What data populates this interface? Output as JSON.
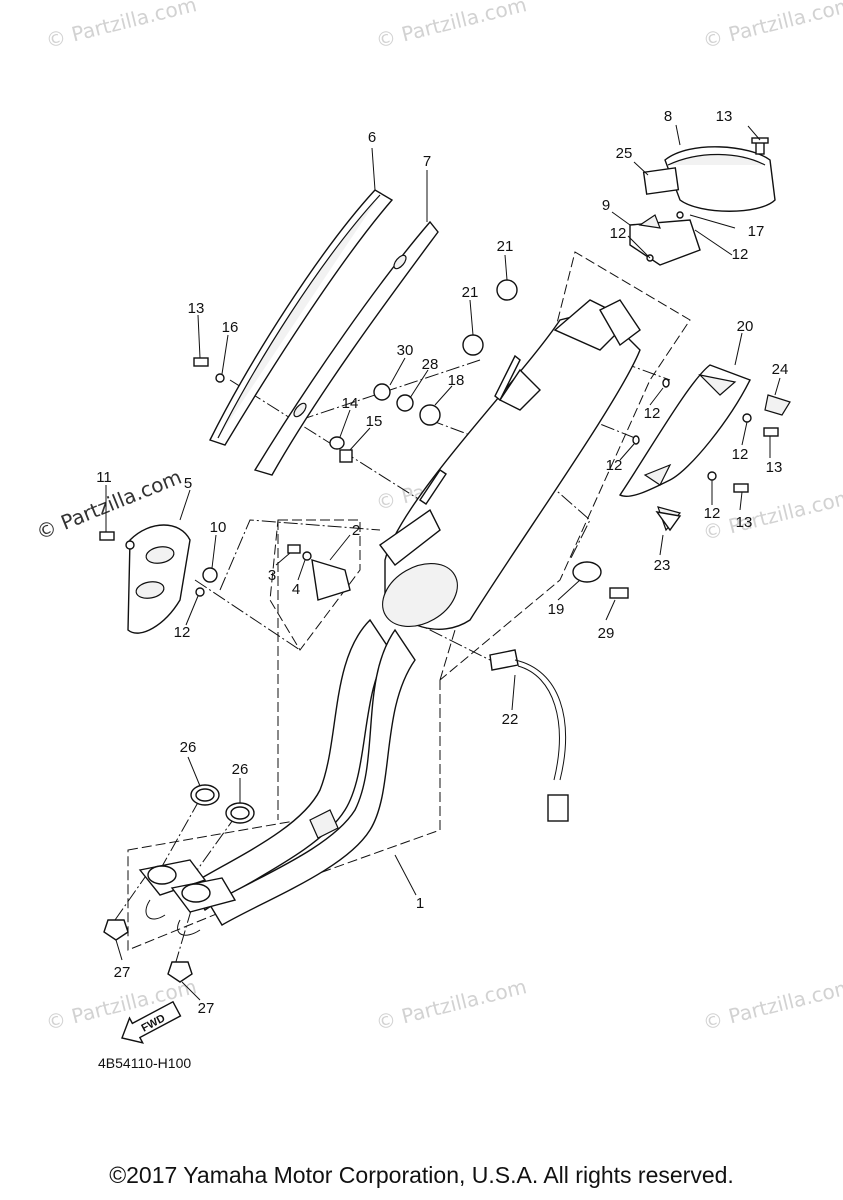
{
  "watermark": "© Partzilla.com",
  "callouts": [
    "1",
    "2",
    "3",
    "4",
    "5",
    "6",
    "7",
    "8",
    "9",
    "10",
    "11",
    "12",
    "12",
    "12",
    "12",
    "12",
    "12",
    "12",
    "13",
    "13",
    "13",
    "13",
    "14",
    "15",
    "16",
    "17",
    "18",
    "19",
    "20",
    "21",
    "21",
    "22",
    "23",
    "24",
    "25",
    "26",
    "26",
    "27",
    "27",
    "28",
    "29",
    "30"
  ],
  "fwd_label": "FWD",
  "part_code": "4B54110-H100",
  "copyright": "©2017 Yamaha Motor Corporation, U.S.A. All rights reserved."
}
